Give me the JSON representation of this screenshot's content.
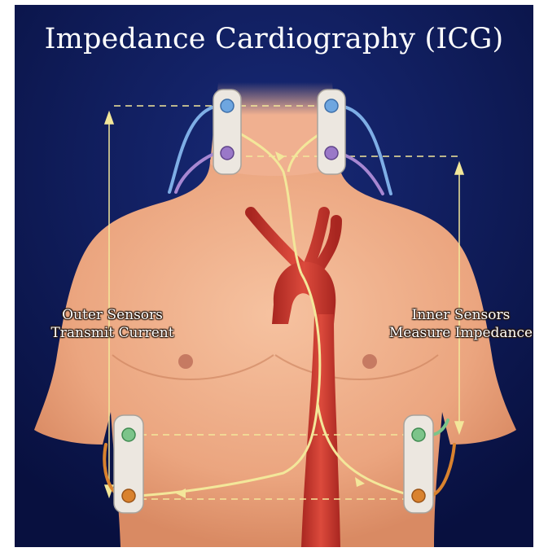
{
  "title": "Impedance Cardiography (ICG)",
  "labels": {
    "outer_line1": "Outer Sensors",
    "outer_line2": "Transmit Current",
    "inner_line1": "Inner Sensors",
    "inner_line2": "Measure Impedance"
  },
  "colors": {
    "background": "#0b1550",
    "skin": "#f0b090",
    "aorta": "#c8342c",
    "signal_path": "#f3e79a",
    "outer_sensor_neck": "#6ea6e0",
    "inner_sensor_neck": "#9a78c8",
    "inner_sensor_chest": "#7cc48a",
    "outer_sensor_chest": "#d9822e"
  }
}
